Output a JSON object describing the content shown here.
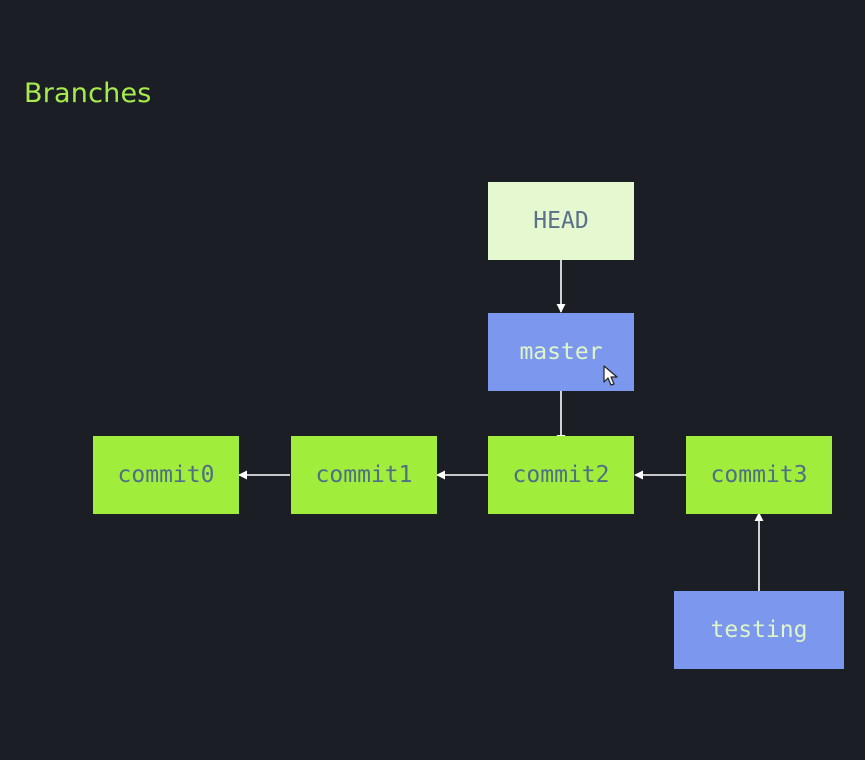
{
  "title": "Branches",
  "nodes": {
    "head": "HEAD",
    "master": "master",
    "testing": "testing",
    "commit0": "commit0",
    "commit1": "commit1",
    "commit2": "commit2",
    "commit3": "commit3"
  },
  "colors": {
    "background": "#1c1e26",
    "title": "#a6ec4d",
    "commit_fill": "#a0ed3c",
    "head_fill": "#e6f8cf",
    "branch_fill": "#7c97ee",
    "arrow": "#ffffff"
  },
  "icons": {
    "cursor": "mouse-pointer-icon"
  }
}
